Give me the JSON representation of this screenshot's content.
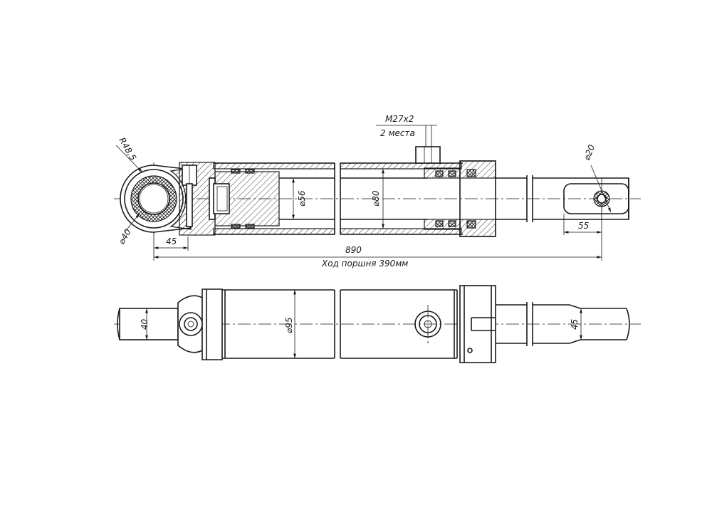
{
  "labels": {
    "thread": "M27x2",
    "thread_note": "2 места",
    "eye_radius": "R48,5",
    "eye_diameter": "⌀40",
    "pin_hole": "⌀20",
    "rod_diameter": "⌀56",
    "bore_diameter": "⌀80",
    "tube_diameter": "⌀95",
    "eye_offset": "45",
    "rod_end_length": "55",
    "overall_length": "890",
    "stroke_note": "Ход поршня 390мм",
    "eye_width": "40",
    "rod_end_width": "45"
  }
}
